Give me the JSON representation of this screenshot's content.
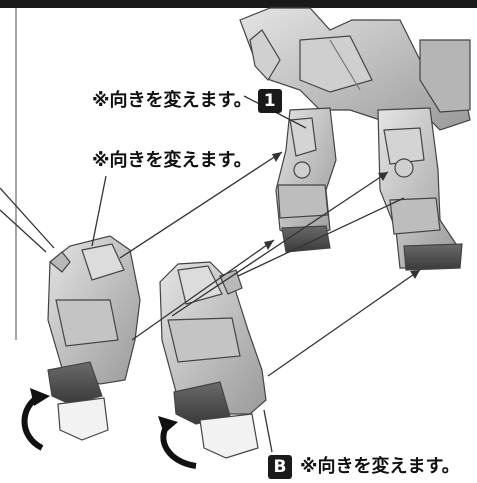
{
  "header_bar_color": "#1a1a1a",
  "notes": {
    "upper": {
      "text": "※向きを変えます。",
      "badge": "1"
    },
    "middle": {
      "text": "※向きを変えます。"
    },
    "lower": {
      "text": "※向きを変えます。",
      "badge": "B"
    }
  },
  "icons": {
    "rotate_left": "curved-arrow-icon",
    "rotate_right": "curved-arrow-icon"
  }
}
